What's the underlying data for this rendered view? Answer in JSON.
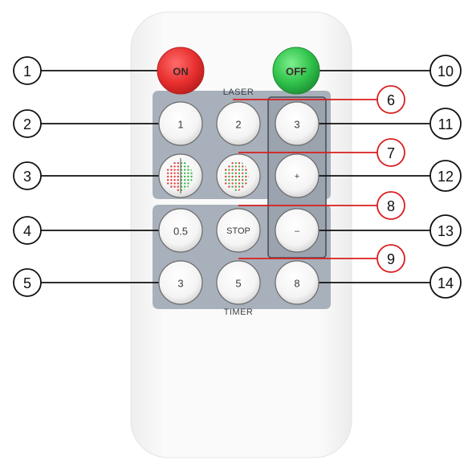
{
  "remote": {
    "section_labels": {
      "laser": "LASER",
      "timer": "TIMER"
    },
    "colors": {
      "on_button": "#e8302f",
      "off_button": "#2fc24a",
      "callout_red": "#d81e1e",
      "panel_gray": "#a8b0bb"
    },
    "buttons": {
      "on": "ON",
      "off": "OFF",
      "laser_1": "1",
      "laser_2": "2",
      "laser_3": "3",
      "plus": "+",
      "minus": "–",
      "timer_05": "0.5",
      "timer_stop": "STOP",
      "timer_3": "3",
      "timer_5": "5",
      "timer_8": "8"
    },
    "icons": {
      "pattern_split": "red-green-split-dots-icon",
      "pattern_mixed": "red-green-mixed-dots-icon"
    }
  },
  "callouts": [
    "1",
    "2",
    "3",
    "4",
    "5",
    "6",
    "7",
    "8",
    "9",
    "10",
    "11",
    "12",
    "13",
    "14"
  ]
}
